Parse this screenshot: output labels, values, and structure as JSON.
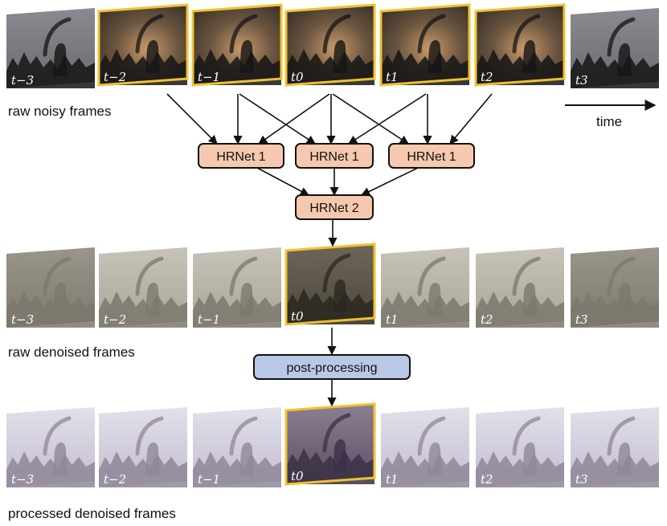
{
  "rows": {
    "noisy": {
      "caption": "raw noisy frames",
      "frames": [
        "t−3",
        "t−2",
        "t−1",
        "t0",
        "t1",
        "t2",
        "t3"
      ]
    },
    "denoised": {
      "caption": "raw denoised frames",
      "frames": [
        "t−3",
        "t−2",
        "t−1",
        "t0",
        "t1",
        "t2",
        "t3"
      ]
    },
    "processed": {
      "caption": "processed denoised frames",
      "frames": [
        "t−3",
        "t−2",
        "t−1",
        "t0",
        "t1",
        "t2",
        "t3"
      ]
    }
  },
  "time_label": "time",
  "boxes": {
    "hrnet1_labels": [
      "HRNet 1",
      "HRNet 1",
      "HRNet 1"
    ],
    "hrnet2_label": "HRNet 2",
    "post_label": "post-processing"
  },
  "colors": {
    "highlight": "#f2c12e",
    "hrnet_fill": "#f6c9ae",
    "post_fill": "#b8c8e6"
  }
}
